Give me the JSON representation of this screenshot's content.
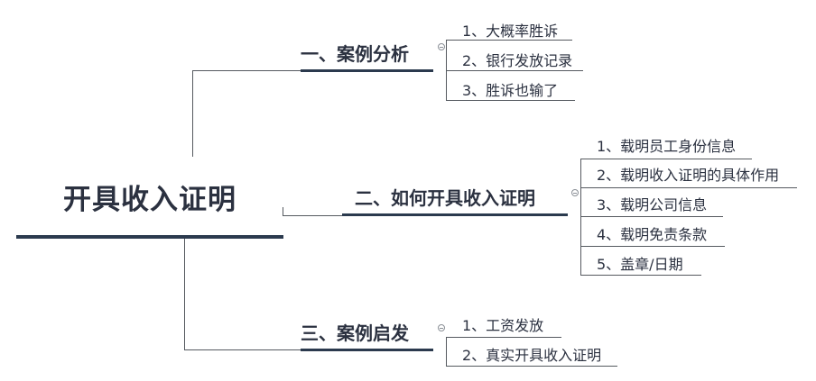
{
  "root": {
    "title": "开具收入证明"
  },
  "branches": [
    {
      "title": "一、案例分析",
      "items": [
        "1、大概率胜诉",
        "2、银行发放记录",
        "3、胜诉也输了"
      ]
    },
    {
      "title": "二、如何开具收入证明",
      "items": [
        "1、载明员工身份信息",
        "2、载明收入证明的具体作用",
        "3、载明公司信息",
        "4、载明免责条款",
        "5、盖章/日期"
      ]
    },
    {
      "title": "三、案例启发",
      "items": [
        "1、工资发放",
        "2、真实开具收入证明"
      ]
    }
  ]
}
